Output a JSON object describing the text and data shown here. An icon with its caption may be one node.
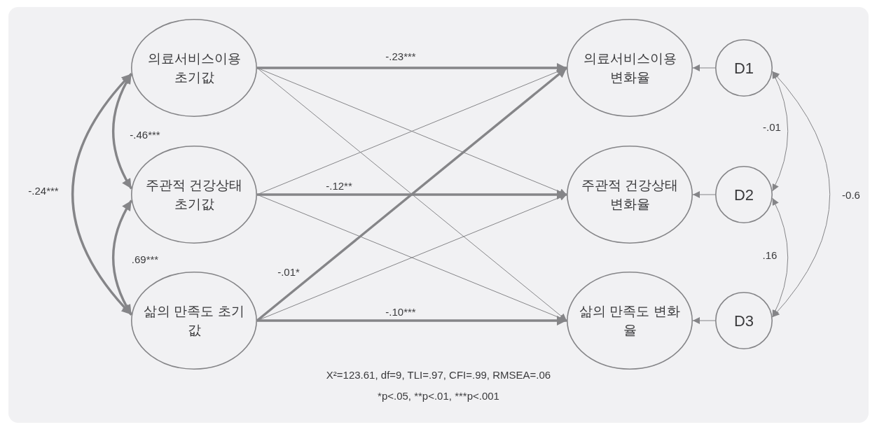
{
  "diagram": {
    "nodes": [
      {
        "text": [
          "의료서비스이용 초기값"
        ]
      },
      {
        "text": [
          "주관적 건강상태 초기값"
        ]
      },
      {
        "text": [
          "삶의 만족도 초기값"
        ]
      },
      {
        "text": [
          "의료서비스이용 변화율"
        ]
      },
      {
        "text": [
          "주관적 건강상태 변화율"
        ]
      },
      {
        "text": [
          "삶의 만족도 변화율"
        ]
      },
      {
        "text": [
          "D1"
        ]
      },
      {
        "text": [
          "D2"
        ]
      },
      {
        "text": [
          "D3"
        ]
      }
    ],
    "edges": [
      {
        "from": 0,
        "to": 1,
        "arrow": "both",
        "label": "-.46***",
        "style": "thick"
      },
      {
        "from": 1,
        "to": 2,
        "arrow": "both",
        "label": ".69***",
        "style": "thick"
      },
      {
        "from": 0,
        "to": 2,
        "arrow": "both",
        "label": "-.24***",
        "style": "thick"
      },
      {
        "from": 0,
        "to": 3,
        "arrow": "to",
        "label": "-.23***",
        "style": "thick"
      },
      {
        "from": 0,
        "to": 4,
        "arrow": "to"
      },
      {
        "from": 0,
        "to": 5,
        "arrow": "to"
      },
      {
        "from": 1,
        "to": 3,
        "arrow": "to"
      },
      {
        "from": 1,
        "to": 4,
        "arrow": "to",
        "label": "-.12**",
        "style": "thick"
      },
      {
        "from": 1,
        "to": 5,
        "arrow": "to"
      },
      {
        "from": 2,
        "to": 3,
        "arrow": "to",
        "label": "-.01*",
        "style": "thick"
      },
      {
        "from": 2,
        "to": 4,
        "arrow": "to"
      },
      {
        "from": 2,
        "to": 5,
        "arrow": "to",
        "label": "-.10***",
        "style": "thick"
      },
      {
        "from": 6,
        "to": 3,
        "arrow": "to"
      },
      {
        "from": 7,
        "to": 4,
        "arrow": "to"
      },
      {
        "from": 8,
        "to": 5,
        "arrow": "to"
      },
      {
        "from": 6,
        "to": 7,
        "arrow": "both",
        "label": "-.01"
      },
      {
        "from": 7,
        "to": 8,
        "arrow": "both",
        "label": ".16"
      },
      {
        "from": 6,
        "to": 8,
        "arrow": "both",
        "label": "-0.6"
      }
    ],
    "labels": [
      "X²=123.61, df=9, TLI=.97, CFI=.99, RMSEA=.06",
      "*p<.05, **p<.01, ***p<.001"
    ]
  }
}
